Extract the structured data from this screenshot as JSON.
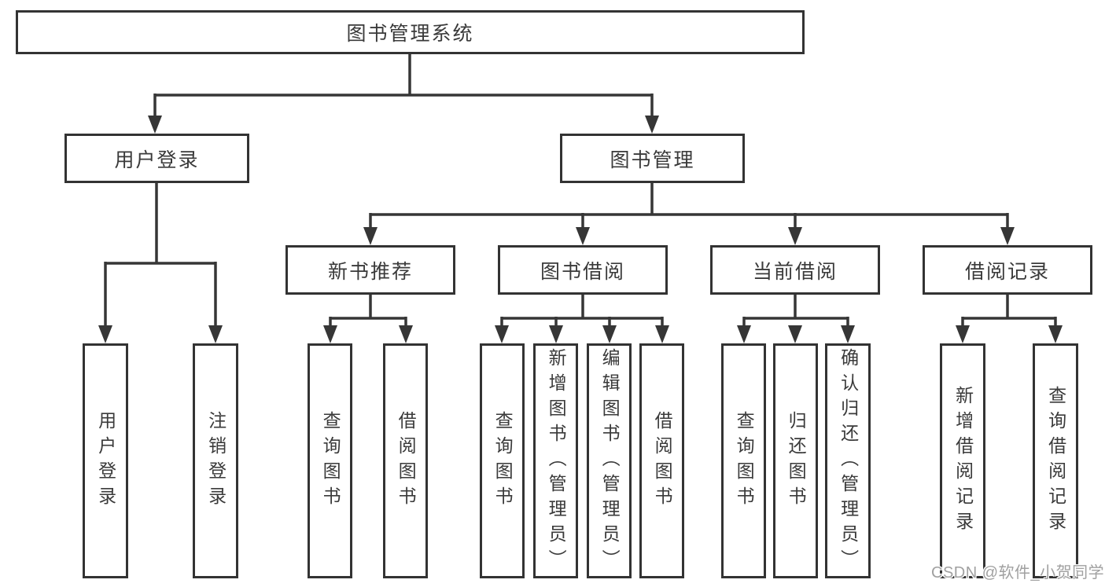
{
  "tree": {
    "label": "图书管理系统",
    "children": [
      {
        "label": "用户登录",
        "children": [
          {
            "label": "用户登录"
          },
          {
            "label": "注销登录"
          }
        ]
      },
      {
        "label": "图书管理",
        "children": [
          {
            "label": "新书推荐",
            "children": [
              {
                "label": "查询图书"
              },
              {
                "label": "借阅图书"
              }
            ]
          },
          {
            "label": "图书借阅",
            "children": [
              {
                "label": "查询图书"
              },
              {
                "label": "新增图书（管理员）"
              },
              {
                "label": "编辑图书（管理员）"
              },
              {
                "label": "借阅图书"
              }
            ]
          },
          {
            "label": "当前借阅",
            "children": [
              {
                "label": "查询图书"
              },
              {
                "label": "归还图书"
              },
              {
                "label": "确认归还（管理员）"
              }
            ]
          },
          {
            "label": "借阅记录",
            "children": [
              {
                "label": "新增借阅记录"
              },
              {
                "label": "查询借阅记录"
              }
            ]
          }
        ]
      }
    ]
  },
  "watermark": {
    "text": "CSDN @软件_小贺同学"
  },
  "colors": {
    "line": "#363636",
    "box_border": "#333333",
    "text": "#3a3a3a",
    "watermark_text": "#a0a0a0",
    "background": "#ffffff"
  }
}
